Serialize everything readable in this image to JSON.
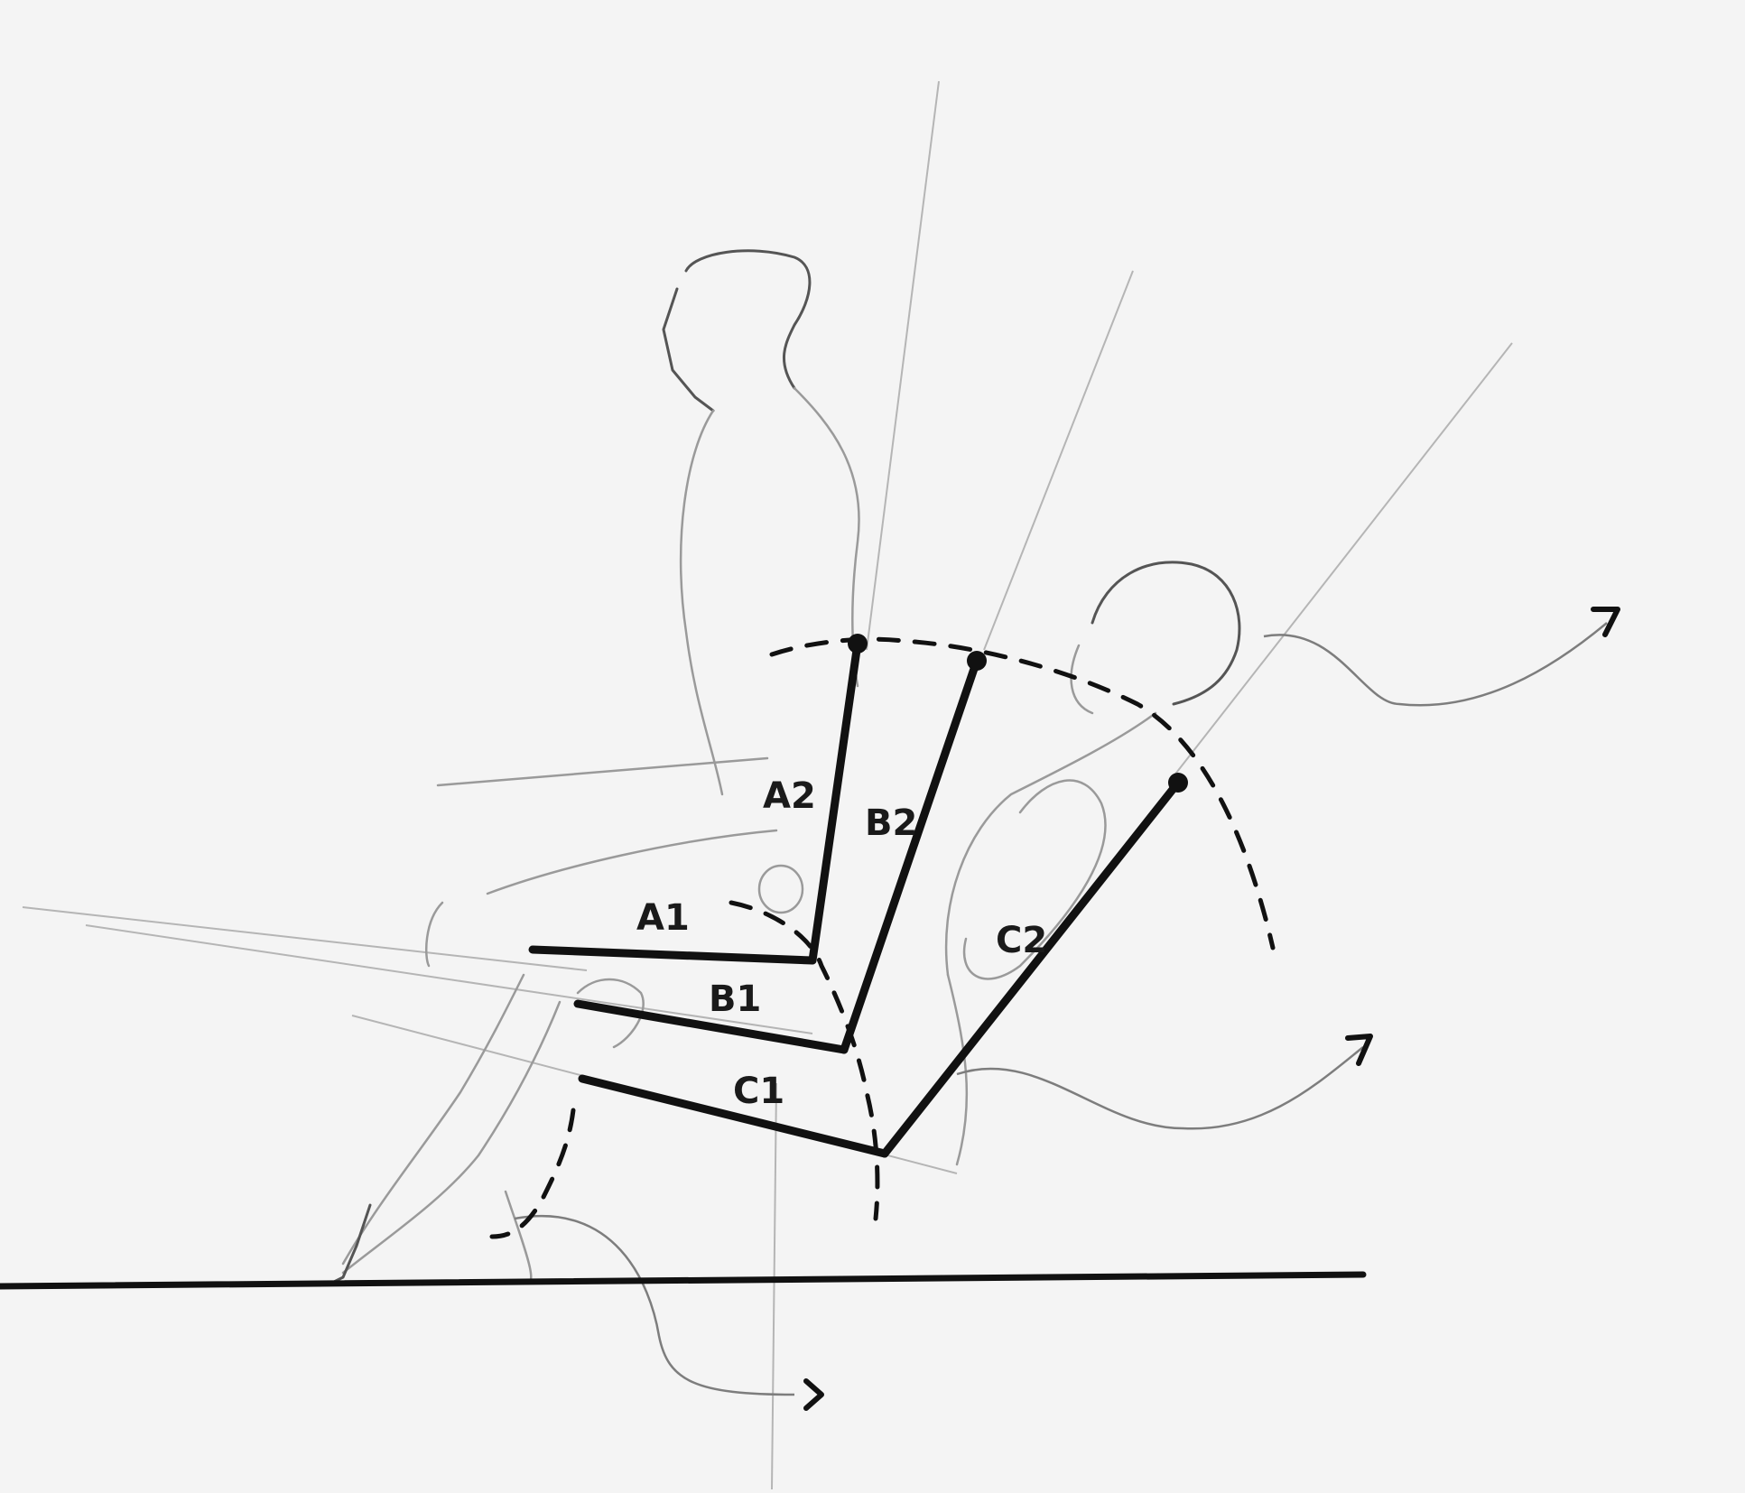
{
  "labels": {
    "a1": "A1",
    "a2": "A2",
    "b1": "B1",
    "b2": "B2",
    "c1": "C1",
    "c2": "C2"
  },
  "colors": {
    "ink": "#111111",
    "pencil": "#9a9a9a",
    "paper": "#f4f4f4"
  }
}
